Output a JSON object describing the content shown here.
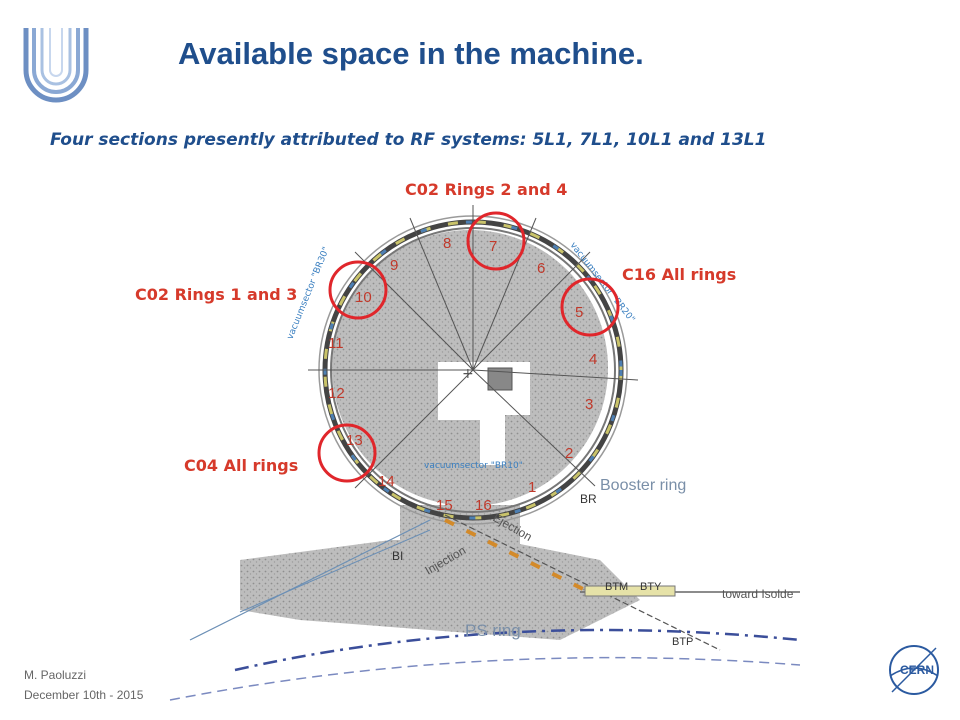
{
  "title": "Available space in the machine.",
  "subtitle": "Four sections presently attributed to RF systems: 5L1, 7L1, 10L1 and 13L1",
  "callouts": {
    "c02_24": "C02 Rings 2 and 4",
    "c02_13": "C02 Rings 1 and 3",
    "c16": "C16 All rings",
    "c04": "C04 All rings"
  },
  "sections": [
    "1",
    "2",
    "3",
    "4",
    "5",
    "6",
    "7",
    "8",
    "9",
    "10",
    "11",
    "12",
    "13",
    "14",
    "15",
    "16"
  ],
  "diagram_labels": {
    "booster": "Booster ring",
    "br": "BR",
    "bi": "BI",
    "injection": "Injection",
    "ejection": "Ejection",
    "btm": "BTM",
    "bty": "BTY",
    "btp": "BTP",
    "toward": "toward Isolde",
    "ps_ring": "PS ring",
    "vac_br10": "vacuumsector \"BR10\"",
    "vac_br20": "vacuumsector \"BR20\"",
    "vac_br30": "vacuumsector \"BR30\""
  },
  "footer": {
    "author": "M. Paoluzzi",
    "date": "December 10th - 2015"
  },
  "logo_text": "CERN",
  "colors": {
    "title": "#1f4e8c",
    "callout": "#d63a2b",
    "highlight_circle": "#e0262b",
    "floor": "#b8b8b8",
    "ring": "#555555"
  }
}
